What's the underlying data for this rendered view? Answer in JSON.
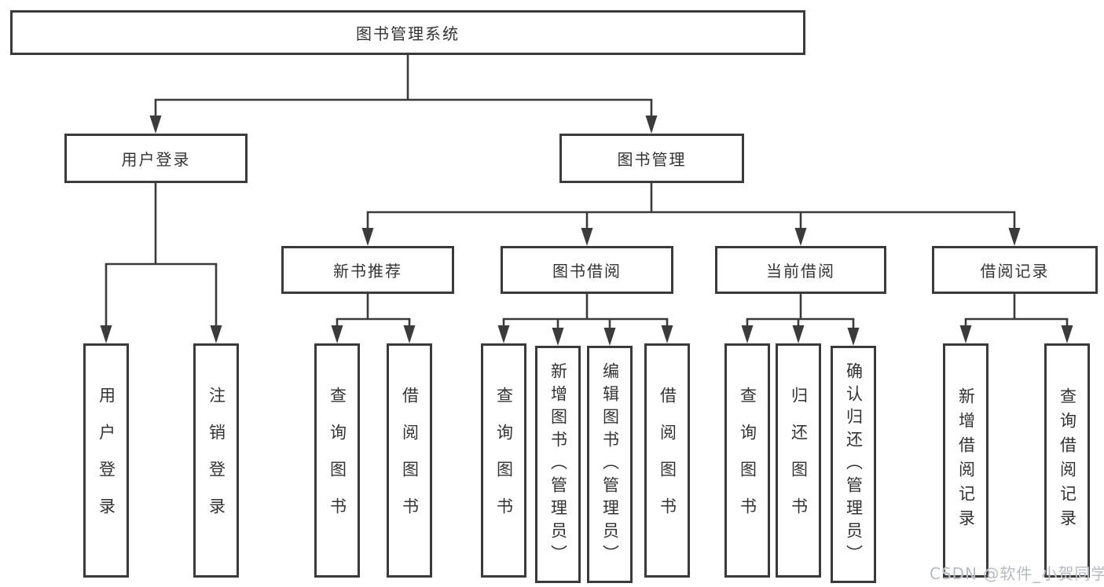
{
  "colors": {
    "line": "#3b3b3b",
    "text": "#333333",
    "watermark": "#b7bbc1",
    "box_background": "#ffffff",
    "page_background": "#ffffff"
  },
  "watermark": {
    "text": "CSDN @软件_小贺同学"
  },
  "diagram": {
    "root": {
      "label": "图书管理系统"
    },
    "level2": [
      {
        "label": "用户登录"
      },
      {
        "label": "图书管理"
      }
    ],
    "level3": [
      {
        "label": "新书推荐"
      },
      {
        "label": "图书借阅"
      },
      {
        "label": "当前借阅"
      },
      {
        "label": "借阅记录"
      }
    ],
    "leaves": {
      "user_login": [
        {
          "label": "用户登录"
        },
        {
          "label": "注销登录"
        }
      ],
      "new_book": [
        {
          "label": "查询图书"
        },
        {
          "label": "借阅图书"
        }
      ],
      "borrow": [
        {
          "label": "查询图书"
        },
        {
          "label": "新增图书（管理员）"
        },
        {
          "label": "编辑图书（管理员）"
        },
        {
          "label": "借阅图书"
        }
      ],
      "current": [
        {
          "label": "查询图书"
        },
        {
          "label": "归还图书"
        },
        {
          "label": "确认归还（管理员）"
        }
      ],
      "records": [
        {
          "label": "新增借阅记录"
        },
        {
          "label": "查询借阅记录"
        }
      ]
    }
  }
}
